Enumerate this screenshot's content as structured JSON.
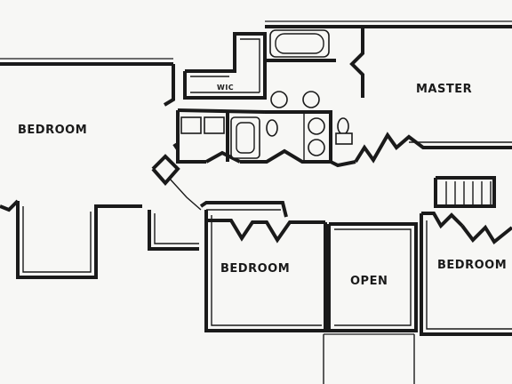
{
  "floor_plan": {
    "rooms": {
      "bedroom_left": "BEDROOM",
      "master": "MASTER",
      "wic": "WIC",
      "bedroom_middle": "BEDROOM",
      "open": "OPEN",
      "bedroom_right": "BEDROOM"
    },
    "colors": {
      "ink": "#1a1a1a",
      "paper": "#f7f7f5"
    }
  }
}
